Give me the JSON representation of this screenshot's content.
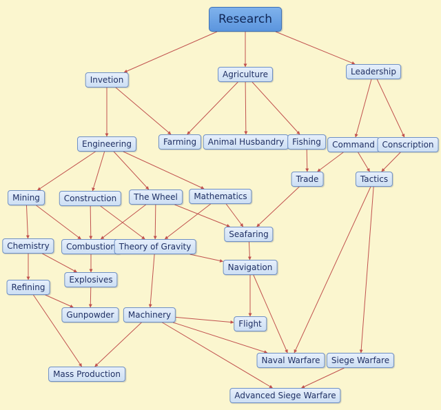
{
  "diagram": {
    "nodes": [
      {
        "id": "research",
        "label": "Research",
        "root": true
      },
      {
        "id": "invetion",
        "label": "Invetion"
      },
      {
        "id": "agriculture",
        "label": "Agriculture"
      },
      {
        "id": "leadership",
        "label": "Leadership"
      },
      {
        "id": "engineering",
        "label": "Engineering"
      },
      {
        "id": "farming",
        "label": "Farming"
      },
      {
        "id": "animal-husbandry",
        "label": "Animal Husbandry"
      },
      {
        "id": "fishing",
        "label": "Fishing"
      },
      {
        "id": "command",
        "label": "Command"
      },
      {
        "id": "conscription",
        "label": "Conscription"
      },
      {
        "id": "trade",
        "label": "Trade"
      },
      {
        "id": "tactics",
        "label": "Tactics"
      },
      {
        "id": "mining",
        "label": "Mining"
      },
      {
        "id": "construction",
        "label": "Construction"
      },
      {
        "id": "the-wheel",
        "label": "The Wheel"
      },
      {
        "id": "mathematics",
        "label": "Mathematics"
      },
      {
        "id": "seafaring",
        "label": "Seafaring"
      },
      {
        "id": "chemistry",
        "label": "Chemistry"
      },
      {
        "id": "combustion",
        "label": "Combustion"
      },
      {
        "id": "theory-of-gravity",
        "label": "Theory of Gravity"
      },
      {
        "id": "navigation",
        "label": "Navigation"
      },
      {
        "id": "refining",
        "label": "Refining"
      },
      {
        "id": "explosives",
        "label": "Explosives"
      },
      {
        "id": "gunpowder",
        "label": "Gunpowder"
      },
      {
        "id": "machinery",
        "label": "Machinery"
      },
      {
        "id": "flight",
        "label": "Flight"
      },
      {
        "id": "naval-warfare",
        "label": "Naval Warfare"
      },
      {
        "id": "siege-warfare",
        "label": "Siege Warfare"
      },
      {
        "id": "mass-production",
        "label": "Mass Production"
      },
      {
        "id": "advanced-siege-warfare",
        "label": "Advanced Siege Warfare"
      }
    ],
    "edges": [
      [
        "research",
        "invetion"
      ],
      [
        "research",
        "agriculture"
      ],
      [
        "research",
        "leadership"
      ],
      [
        "invetion",
        "engineering"
      ],
      [
        "invetion",
        "farming"
      ],
      [
        "agriculture",
        "farming"
      ],
      [
        "agriculture",
        "animal-husbandry"
      ],
      [
        "agriculture",
        "fishing"
      ],
      [
        "leadership",
        "command"
      ],
      [
        "leadership",
        "conscription"
      ],
      [
        "fishing",
        "trade"
      ],
      [
        "command",
        "trade"
      ],
      [
        "command",
        "tactics"
      ],
      [
        "conscription",
        "tactics"
      ],
      [
        "engineering",
        "mining"
      ],
      [
        "engineering",
        "construction"
      ],
      [
        "engineering",
        "the-wheel"
      ],
      [
        "engineering",
        "mathematics"
      ],
      [
        "trade",
        "seafaring"
      ],
      [
        "tactics",
        "naval-warfare"
      ],
      [
        "tactics",
        "siege-warfare"
      ],
      [
        "mining",
        "chemistry"
      ],
      [
        "mining",
        "combustion"
      ],
      [
        "construction",
        "combustion"
      ],
      [
        "construction",
        "theory-of-gravity"
      ],
      [
        "the-wheel",
        "combustion"
      ],
      [
        "the-wheel",
        "theory-of-gravity"
      ],
      [
        "the-wheel",
        "seafaring"
      ],
      [
        "mathematics",
        "theory-of-gravity"
      ],
      [
        "mathematics",
        "seafaring"
      ],
      [
        "seafaring",
        "navigation"
      ],
      [
        "chemistry",
        "refining"
      ],
      [
        "chemistry",
        "explosives"
      ],
      [
        "combustion",
        "explosives"
      ],
      [
        "explosives",
        "gunpowder"
      ],
      [
        "theory-of-gravity",
        "navigation"
      ],
      [
        "theory-of-gravity",
        "machinery"
      ],
      [
        "navigation",
        "flight"
      ],
      [
        "navigation",
        "naval-warfare"
      ],
      [
        "refining",
        "gunpowder"
      ],
      [
        "refining",
        "mass-production"
      ],
      [
        "machinery",
        "flight"
      ],
      [
        "machinery",
        "naval-warfare"
      ],
      [
        "machinery",
        "mass-production"
      ],
      [
        "machinery",
        "advanced-siege-warfare"
      ],
      [
        "siege-warfare",
        "advanced-siege-warfare"
      ]
    ],
    "colors": {
      "background": "#fbf6cf",
      "edge": "#c0504d",
      "node_fill": "#d8e6f7",
      "node_border": "#6d8fc4",
      "root_fill": "#6aa3e5"
    }
  }
}
